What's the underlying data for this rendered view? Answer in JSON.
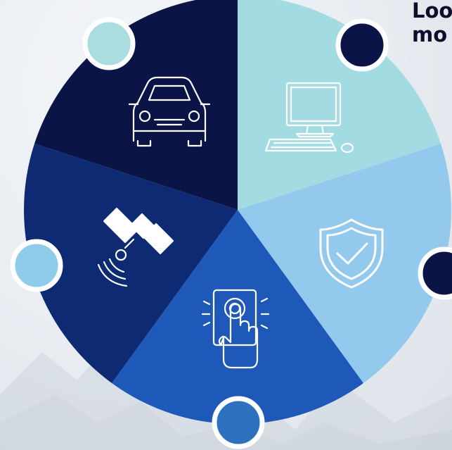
{
  "heading": {
    "line1": "Loo",
    "line2": "mo"
  },
  "colors": {
    "segment_car": "#0b1446",
    "segment_computer": "#a3dbe2",
    "segment_shield": "#92c9ec",
    "segment_touch": "#1e58b8",
    "segment_satellite": "#0e2a72",
    "node_light_teal": "#a9dde0",
    "node_navy": "#0b1446",
    "node_light_blue": "#8fcbea",
    "node_blue": "#2e72bf",
    "icon_stroke": "#ffffff"
  },
  "segments": [
    {
      "name": "car",
      "icon": "car-icon"
    },
    {
      "name": "computer",
      "icon": "computer-icon"
    },
    {
      "name": "security",
      "icon": "shield-check-icon"
    },
    {
      "name": "touch",
      "icon": "touch-screen-icon"
    },
    {
      "name": "satellite",
      "icon": "satellite-icon"
    }
  ]
}
